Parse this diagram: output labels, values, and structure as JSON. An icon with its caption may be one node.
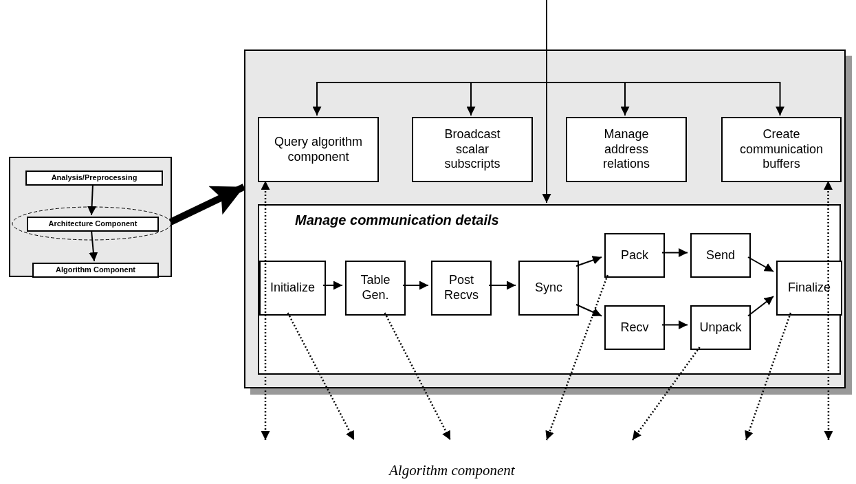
{
  "diagram": {
    "nodes": [
      {
        "text": [],
        "shape": "box"
      },
      {
        "text": [
          "Analysis/Preprocessing"
        ],
        "in": 0
      },
      {
        "text": [],
        "shape": "ellipse",
        "in": 0
      },
      {
        "text": [
          "Architecture Component"
        ],
        "in": 2
      },
      {
        "text": [
          "Algorithm Component"
        ],
        "in": 0
      },
      {
        "text": [],
        "shape": "box"
      },
      {
        "text": [
          "Query algorithm component"
        ],
        "in": 5
      },
      {
        "text": [
          "Broadcast scalar subscripts"
        ],
        "in": 5
      },
      {
        "text": [
          "Manage address relations"
        ],
        "in": 5
      },
      {
        "text": [
          "Create communication buffers"
        ],
        "in": 5
      },
      {
        "text": [
          "Manage communication details"
        ],
        "in": 5
      },
      {
        "text": [
          "Initialize"
        ],
        "in": 10
      },
      {
        "text": [
          "Table Gen."
        ],
        "in": 10
      },
      {
        "text": [
          "Post Recvs"
        ],
        "in": 10
      },
      {
        "text": [
          "Sync"
        ],
        "in": 10
      },
      {
        "text": [
          "Pack"
        ],
        "in": 10
      },
      {
        "text": [
          "Send"
        ],
        "in": 10
      },
      {
        "text": [
          "Recv"
        ],
        "in": 10
      },
      {
        "text": [
          "Unpack"
        ],
        "in": 10
      },
      {
        "text": [
          "Finalize"
        ],
        "in": 10
      }
    ],
    "edges": [
      {
        "from": 1,
        "to": 3,
        "arrow": "to"
      },
      {
        "from": 3,
        "to": 4,
        "arrow": "to"
      },
      {
        "from": 2,
        "to": 5,
        "arrow": "to",
        "style": "thick"
      },
      {
        "from": null,
        "to": 6,
        "arrow": "to"
      },
      {
        "from": null,
        "to": 7,
        "arrow": "to"
      },
      {
        "from": null,
        "to": 8,
        "arrow": "to"
      },
      {
        "from": null,
        "to": 9,
        "arrow": "to"
      },
      {
        "from": null,
        "to": 10,
        "arrow": "to"
      },
      {
        "from": 11,
        "to": 12,
        "arrow": "to"
      },
      {
        "from": 12,
        "to": 13,
        "arrow": "to"
      },
      {
        "from": 13,
        "to": 14,
        "arrow": "to"
      },
      {
        "from": 14,
        "to": 15,
        "arrow": "to"
      },
      {
        "from": 14,
        "to": 17,
        "arrow": "to"
      },
      {
        "from": 15,
        "to": 16,
        "arrow": "to"
      },
      {
        "from": 17,
        "to": 18,
        "arrow": "to"
      },
      {
        "from": 16,
        "to": 19,
        "arrow": "to"
      },
      {
        "from": 18,
        "to": 19,
        "arrow": "to"
      },
      {
        "from": 6,
        "to": null,
        "arrow": "both",
        "style": "dashed"
      },
      {
        "from": 9,
        "to": null,
        "arrow": "both",
        "style": "dashed"
      },
      {
        "from": 11,
        "to": null,
        "arrow": "to",
        "style": "dashed"
      },
      {
        "from": 12,
        "to": null,
        "arrow": "to",
        "style": "dashed"
      },
      {
        "from": 15,
        "to": null,
        "arrow": "to",
        "style": "dashed"
      },
      {
        "from": 18,
        "to": null,
        "arrow": "to",
        "style": "dashed"
      },
      {
        "from": 19,
        "to": null,
        "arrow": "to",
        "style": "dashed"
      }
    ],
    "labels": [
      "Algorithm component"
    ]
  }
}
